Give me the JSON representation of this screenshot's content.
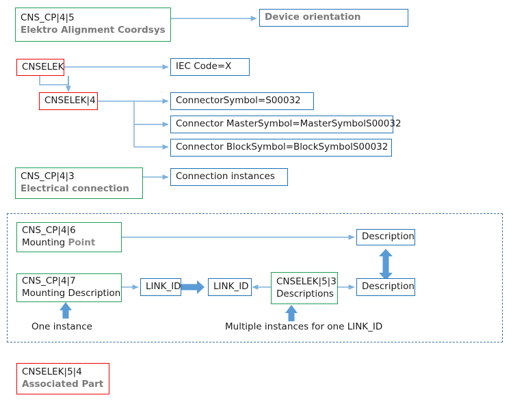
{
  "diagram": {
    "title": "CNS/CNSELEK entity relation diagram",
    "colors": {
      "green_border": "#1f9d55",
      "blue_border": "#1f6fb4",
      "red_border": "#ee0000",
      "thin_arrow": "#7fb0dc",
      "thick_arrow": "#5b9bd5",
      "dashed_border": "#3b6e9e",
      "dark_text": "#1a1a1a",
      "gray_text": "#7a7a7a"
    },
    "nodes": {
      "cns_cp_4_5": {
        "line1": "CNS_CP|4|5",
        "line2": "Elektro Alignment Coordsys"
      },
      "device_orientation": {
        "label": "Device orientation"
      },
      "cnselek": {
        "label": "CNSELEK"
      },
      "iec_code": {
        "label": "IEC Code=X"
      },
      "cnselek_4": {
        "label": "CNSELEK|4"
      },
      "connector_symbol": {
        "label": "ConnectorSymbol=S00032"
      },
      "connector_master_symbol": {
        "label": "Connector MasterSymbol=MasterSymbolS00032"
      },
      "connector_block_symbol": {
        "label": "Connector BlockSymbol=BlockSymbolS00032"
      },
      "cns_cp_4_3": {
        "line1": "CNS_CP|4|3",
        "line2": "Electrical connection"
      },
      "connection_instances": {
        "label": "Connection instances"
      },
      "cns_cp_4_6": {
        "line1": "CNS_CP|4|6",
        "line2_dark": "Mounting",
        "line2_gray": "Point"
      },
      "description_top": {
        "label": "Description"
      },
      "cns_cp_4_7": {
        "line1": "CNS_CP|4|7",
        "line2": "Mounting Description"
      },
      "link_id_left": {
        "label": "LINK_ID"
      },
      "link_id_right": {
        "label": "LINK_ID"
      },
      "cnselek_5_3": {
        "line1": "CNSELEK|5|3",
        "line2": "Descriptions"
      },
      "description_bottom": {
        "label": "Description"
      },
      "cnselek_5_4": {
        "line1": "CNSELEK|5|4",
        "line2": "Associated Part"
      }
    },
    "captions": {
      "one_instance": "One instance",
      "multiple_instances": "Multiple instances for one LINK_ID"
    }
  }
}
